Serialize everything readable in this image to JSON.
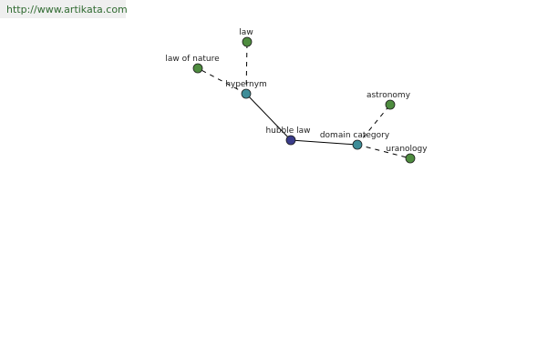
{
  "banner": {
    "url": "http://www.artikata.com"
  },
  "colors": {
    "center_node": "#3a3c8a",
    "relation_node": "#3e8d98",
    "term_node": "#4e8c3f",
    "node_stroke": "#1c1c1c",
    "edge": "#000000",
    "label": "#222222",
    "banner_bg": "#efefef",
    "banner_text": "#2f6a30"
  },
  "graph": {
    "nodes": [
      {
        "id": "hubble-law",
        "label": "hubble law",
        "kind": "center"
      },
      {
        "id": "hypernym",
        "label": "hypernym",
        "kind": "relation"
      },
      {
        "id": "domain-category",
        "label": "domain category",
        "kind": "relation"
      },
      {
        "id": "law",
        "label": "law",
        "kind": "term"
      },
      {
        "id": "law-of-nature",
        "label": "law of nature",
        "kind": "term"
      },
      {
        "id": "astronomy",
        "label": "astronomy",
        "kind": "term"
      },
      {
        "id": "uranology",
        "label": "uranology",
        "kind": "term"
      }
    ],
    "edges": [
      {
        "from": "hubble-law",
        "to": "hypernym",
        "style": "solid"
      },
      {
        "from": "hubble-law",
        "to": "domain-category",
        "style": "solid"
      },
      {
        "from": "hypernym",
        "to": "law",
        "style": "dashed"
      },
      {
        "from": "hypernym",
        "to": "law-of-nature",
        "style": "dashed"
      },
      {
        "from": "domain-category",
        "to": "astronomy",
        "style": "dashed"
      },
      {
        "from": "domain-category",
        "to": "uranology",
        "style": "dashed"
      }
    ]
  }
}
